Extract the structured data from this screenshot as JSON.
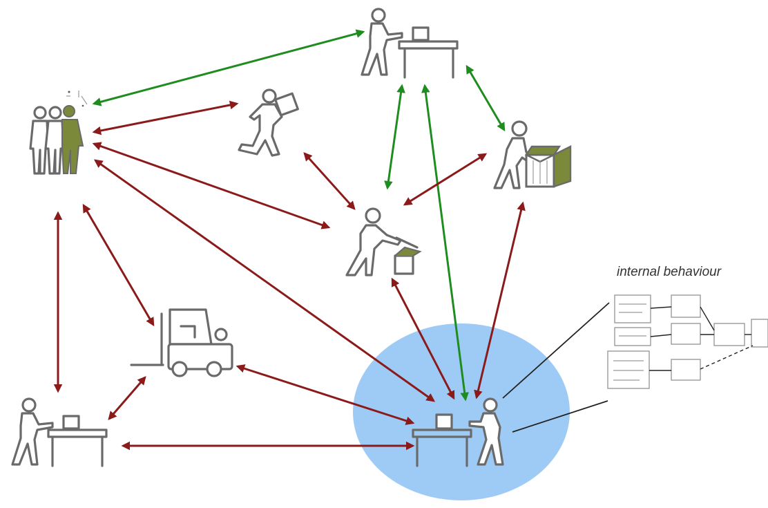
{
  "labels": {
    "internal_behaviour": "internal behaviour"
  },
  "colors": {
    "highlight_circle": "#9ecbf5",
    "green_arrow": "#1e8c1e",
    "red_arrow": "#8b1a1a",
    "olive_accent": "#7a8a3a",
    "figure_stroke": "#6a6a6a"
  },
  "actors": [
    {
      "id": "group",
      "icon": "group-of-people-icon"
    },
    {
      "id": "assembler-top",
      "icon": "worker-at-workbench-icon"
    },
    {
      "id": "carrier",
      "icon": "worker-carrying-box-icon"
    },
    {
      "id": "packer",
      "icon": "worker-packing-box-icon"
    },
    {
      "id": "sorter",
      "icon": "worker-dropping-item-icon"
    },
    {
      "id": "forklift",
      "icon": "forklift-icon"
    },
    {
      "id": "assembler-left",
      "icon": "worker-at-workbench-icon"
    },
    {
      "id": "focal-worker",
      "icon": "worker-at-workbench-icon"
    }
  ],
  "links": [
    {
      "from": "group",
      "to": "assembler-top",
      "color": "green"
    },
    {
      "from": "group",
      "to": "carrier",
      "color": "red"
    },
    {
      "from": "group",
      "to": "sorter",
      "color": "red"
    },
    {
      "from": "group",
      "to": "focal-worker",
      "color": "red"
    },
    {
      "from": "group",
      "to": "forklift",
      "color": "red"
    },
    {
      "from": "group",
      "to": "assembler-left",
      "color": "red"
    },
    {
      "from": "assembler-top",
      "to": "packer",
      "color": "green"
    },
    {
      "from": "assembler-top",
      "to": "sorter",
      "color": "green"
    },
    {
      "from": "assembler-top",
      "to": "focal-worker",
      "color": "green"
    },
    {
      "from": "carrier",
      "to": "sorter",
      "color": "red"
    },
    {
      "from": "packer",
      "to": "sorter",
      "color": "red"
    },
    {
      "from": "packer",
      "to": "focal-worker",
      "color": "red"
    },
    {
      "from": "sorter",
      "to": "focal-worker",
      "color": "red"
    },
    {
      "from": "forklift",
      "to": "focal-worker",
      "color": "red"
    },
    {
      "from": "forklift",
      "to": "assembler-left",
      "color": "red"
    },
    {
      "from": "assembler-left",
      "to": "focal-worker",
      "color": "red"
    }
  ]
}
